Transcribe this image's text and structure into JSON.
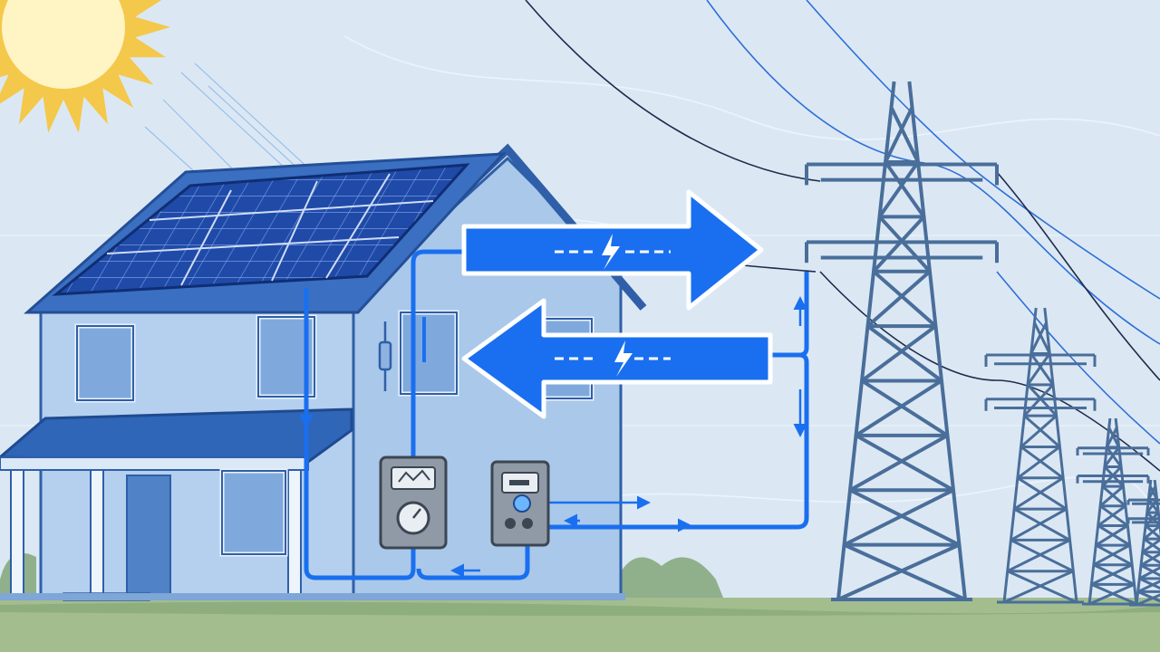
{
  "scene": {
    "description_free": true,
    "colors": {
      "sky": "#dbe8f4",
      "sun_core": "#fff4c4",
      "sun_rays": "#f4c84a",
      "house_wall": "#a9c8ea",
      "house_outline": "#2f5fa8",
      "roof": "#3a6fc2",
      "panel": "#1f4aa8",
      "flow_blue": "#1a6ff0",
      "tower": "#4a6e9a",
      "ground": "#a3bd8f",
      "bush": "#8fb08a",
      "meter_body": "#8f9aa6"
    }
  },
  "flows": {
    "export_arrow": {
      "direction": "to-grid",
      "icon": "lightning-bolt-icon"
    },
    "import_arrow": {
      "direction": "to-home",
      "icon": "lightning-bolt-icon"
    }
  },
  "components": {
    "solar_array": {
      "icon": "solar-panel-icon"
    },
    "meter_analog": {
      "icon": "analog-meter-icon"
    },
    "meter_digital": {
      "icon": "smart-meter-icon"
    },
    "towers": {
      "count_visible": 4,
      "icon": "transmission-tower-icon"
    }
  }
}
